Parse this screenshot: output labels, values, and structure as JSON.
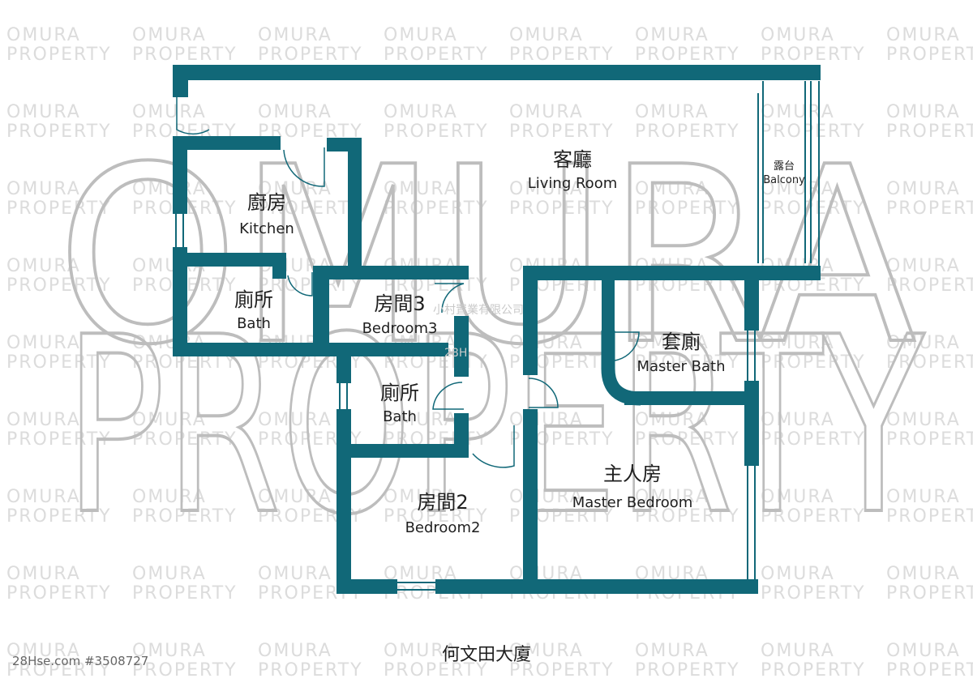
{
  "watermark": {
    "line1": "OMURA",
    "line2": "PROPERTY",
    "agency_zh": "小村置業有限公司",
    "site_tag": "28H"
  },
  "rooms": {
    "living": {
      "zh": "客廳",
      "en": "Living Room"
    },
    "balcony": {
      "zh": "露台",
      "en": "Balcony"
    },
    "kitchen": {
      "zh": "廚房",
      "en": "Kitchen"
    },
    "bath1": {
      "zh": "廁所",
      "en": "Bath"
    },
    "bedroom3": {
      "zh": "房間3",
      "en": "Bedroom3"
    },
    "bath2": {
      "zh": "廁所",
      "en": "Bath"
    },
    "master_bath": {
      "zh": "套廁",
      "en": "Master Bath"
    },
    "bedroom2": {
      "zh": "房間2",
      "en": "Bedroom2"
    },
    "master_bedroom": {
      "zh": "主人房",
      "en": "Master Bedroom"
    }
  },
  "building_name": "何文田大廈",
  "listing_ref": "28Hse.com #3508727",
  "colors": {
    "wall": "#116878",
    "watermark": "#c9c9c9",
    "text": "#1f1f1f"
  }
}
